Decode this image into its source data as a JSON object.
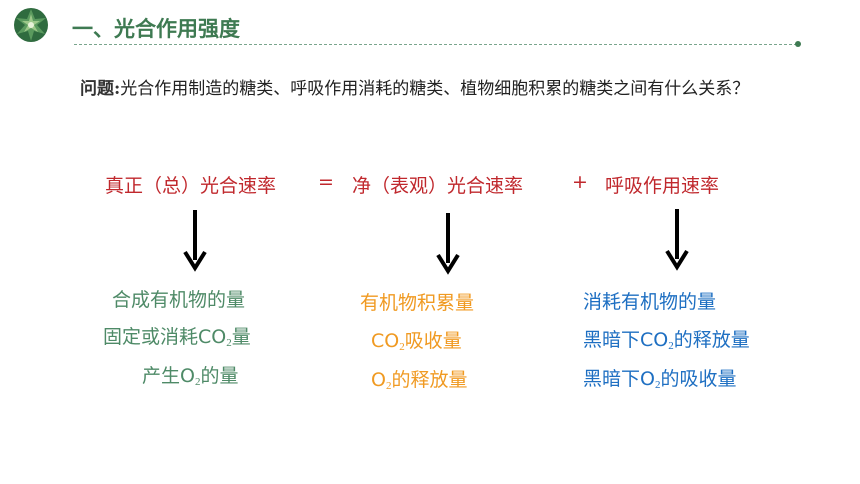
{
  "header": {
    "title": "一、光合作用强度"
  },
  "question": {
    "label": "问题:",
    "text": "光合作用制造的糖类、呼吸作用消耗的糖类、植物细胞积累的糖类之间有什么关系？"
  },
  "equation": {
    "term1": "真正（总）光合速率",
    "op1": "=",
    "term2": "净（表观）光合速率",
    "op2": "+",
    "term3": "呼吸作用速率"
  },
  "columns": {
    "left": {
      "items": [
        {
          "text": "合成有机物的量"
        },
        {
          "pre": "固定或消耗CO",
          "sub": "2",
          "post": "量"
        },
        {
          "pre": "产生O",
          "sub": "2",
          "post": "的量"
        }
      ]
    },
    "middle": {
      "items": [
        {
          "text": "有机物积累量"
        },
        {
          "pre": "CO",
          "sub": "2",
          "post": "吸收量"
        },
        {
          "pre": "O",
          "sub": "2",
          "post": "的释放量"
        }
      ]
    },
    "right": {
      "items": [
        {
          "text": "消耗有机物的量"
        },
        {
          "pre": "黑暗下CO",
          "sub": "2",
          "post": "的释放量"
        },
        {
          "pre": "黑暗下O",
          "sub": "2",
          "post": "的吸收量"
        }
      ]
    }
  },
  "colors": {
    "title": "#3e7a52",
    "equation": "#c0282d",
    "left": "#4e8a67",
    "middle": "#f09a22",
    "right": "#1e6fc2"
  },
  "icons": [
    "leaf-logo-icon",
    "arrow-down-icon"
  ]
}
